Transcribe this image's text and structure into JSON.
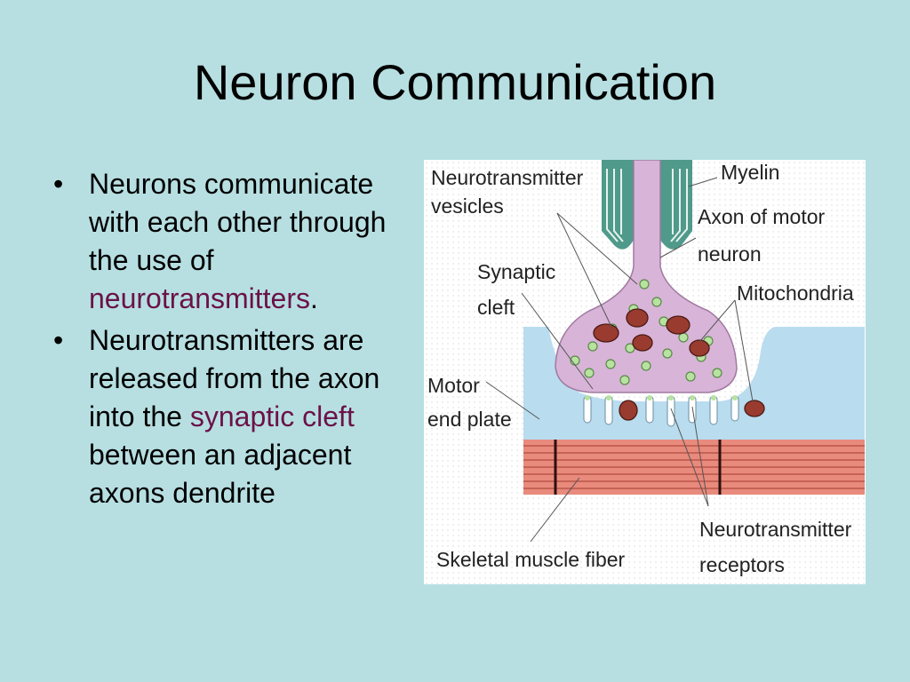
{
  "slide": {
    "title": "Neuron Communication",
    "bullets": [
      {
        "text_before": "Neurons communicate with each other through the use of ",
        "highlight": "neurotransmitters",
        "text_after": "."
      },
      {
        "text_before": "Neurotransmitters are released from the axon into the ",
        "highlight": "synaptic cleft",
        "text_after": " between an adjacent axons dendrite"
      }
    ]
  },
  "diagram": {
    "labels": {
      "vesicles_line1": "Neurotransmitter",
      "vesicles_line2": "vesicles",
      "myelin": "Myelin",
      "axon_line1": "Axon of motor",
      "axon_line2": "neuron",
      "cleft_line1": "Synaptic",
      "cleft_line2": "cleft",
      "mito": "Mitochondria",
      "motor_line1": "Motor",
      "motor_line2": "end plate",
      "receptors_line1": "Neurotransmitter",
      "receptors_line2": "receptors",
      "muscle": "Skeletal muscle fiber"
    }
  },
  "colors": {
    "background": "#b7dfe2",
    "highlight": "#6b1248",
    "axon": "#d8b4d8",
    "myelin": "#4f9a8a",
    "motor_plate": "#b9dcef",
    "muscle": "#e88a7c",
    "mitochondria": "#9a3b2f",
    "vesicle": "#b7e2a0"
  }
}
